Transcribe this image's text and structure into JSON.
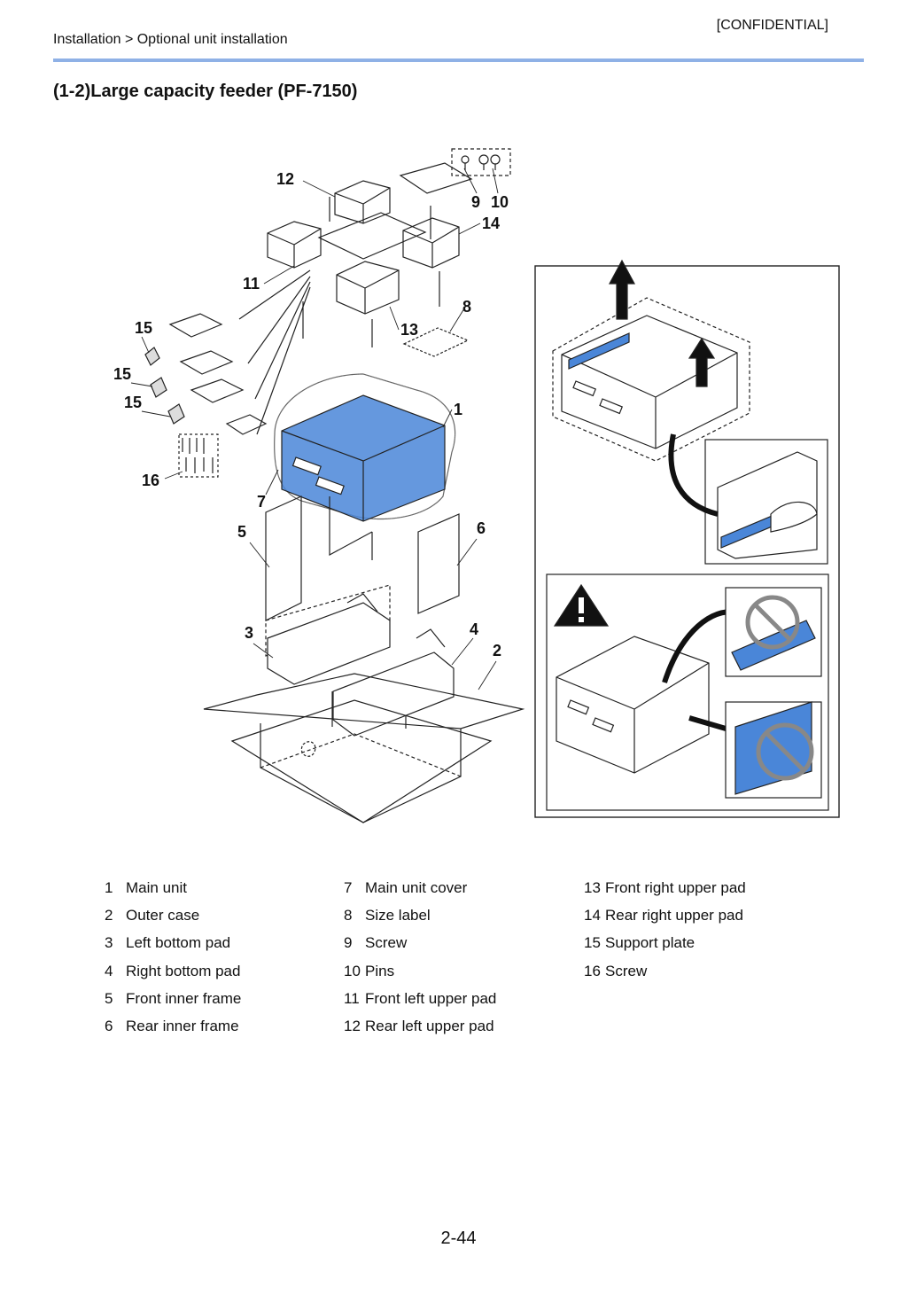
{
  "header": {
    "confidential": "[CONFIDENTIAL]",
    "breadcrumb": "Installation > Optional unit installation"
  },
  "title": "(1-2)Large capacity feeder (PF-7150)",
  "colors": {
    "accent_rule": "#8fb1e6",
    "unit_blue": "#4a86d8"
  },
  "figure": {
    "callouts": [
      "12",
      "9",
      "10",
      "14",
      "11",
      "8",
      "15",
      "13",
      "15",
      "15",
      "1",
      "16",
      "7",
      "5",
      "6",
      "3",
      "4",
      "2"
    ],
    "icons": [
      "warning-icon",
      "prohibited-icon",
      "prohibited-icon",
      "lift-arrow-icon",
      "lift-arrow-icon"
    ]
  },
  "legend": {
    "columns": [
      [
        {
          "num": "1",
          "label": "Main unit"
        },
        {
          "num": "2",
          "label": "Outer case"
        },
        {
          "num": "3",
          "label": "Left bottom pad"
        },
        {
          "num": "4",
          "label": "Right bottom pad"
        },
        {
          "num": "5",
          "label": "Front inner frame"
        },
        {
          "num": "6",
          "label": "Rear inner frame"
        }
      ],
      [
        {
          "num": "7",
          "label": "Main unit cover"
        },
        {
          "num": "8",
          "label": "Size label"
        },
        {
          "num": "9",
          "label": "Screw"
        },
        {
          "num": "10",
          "label": "Pins"
        },
        {
          "num": "11",
          "label": "Front left upper pad"
        },
        {
          "num": "12",
          "label": "Rear left upper pad"
        }
      ],
      [
        {
          "num": "13",
          "label": "Front right upper pad"
        },
        {
          "num": "14",
          "label": "Rear right upper pad"
        },
        {
          "num": "15",
          "label": "Support plate"
        },
        {
          "num": "16",
          "label": "Screw"
        }
      ]
    ]
  },
  "page_number": "2-44"
}
